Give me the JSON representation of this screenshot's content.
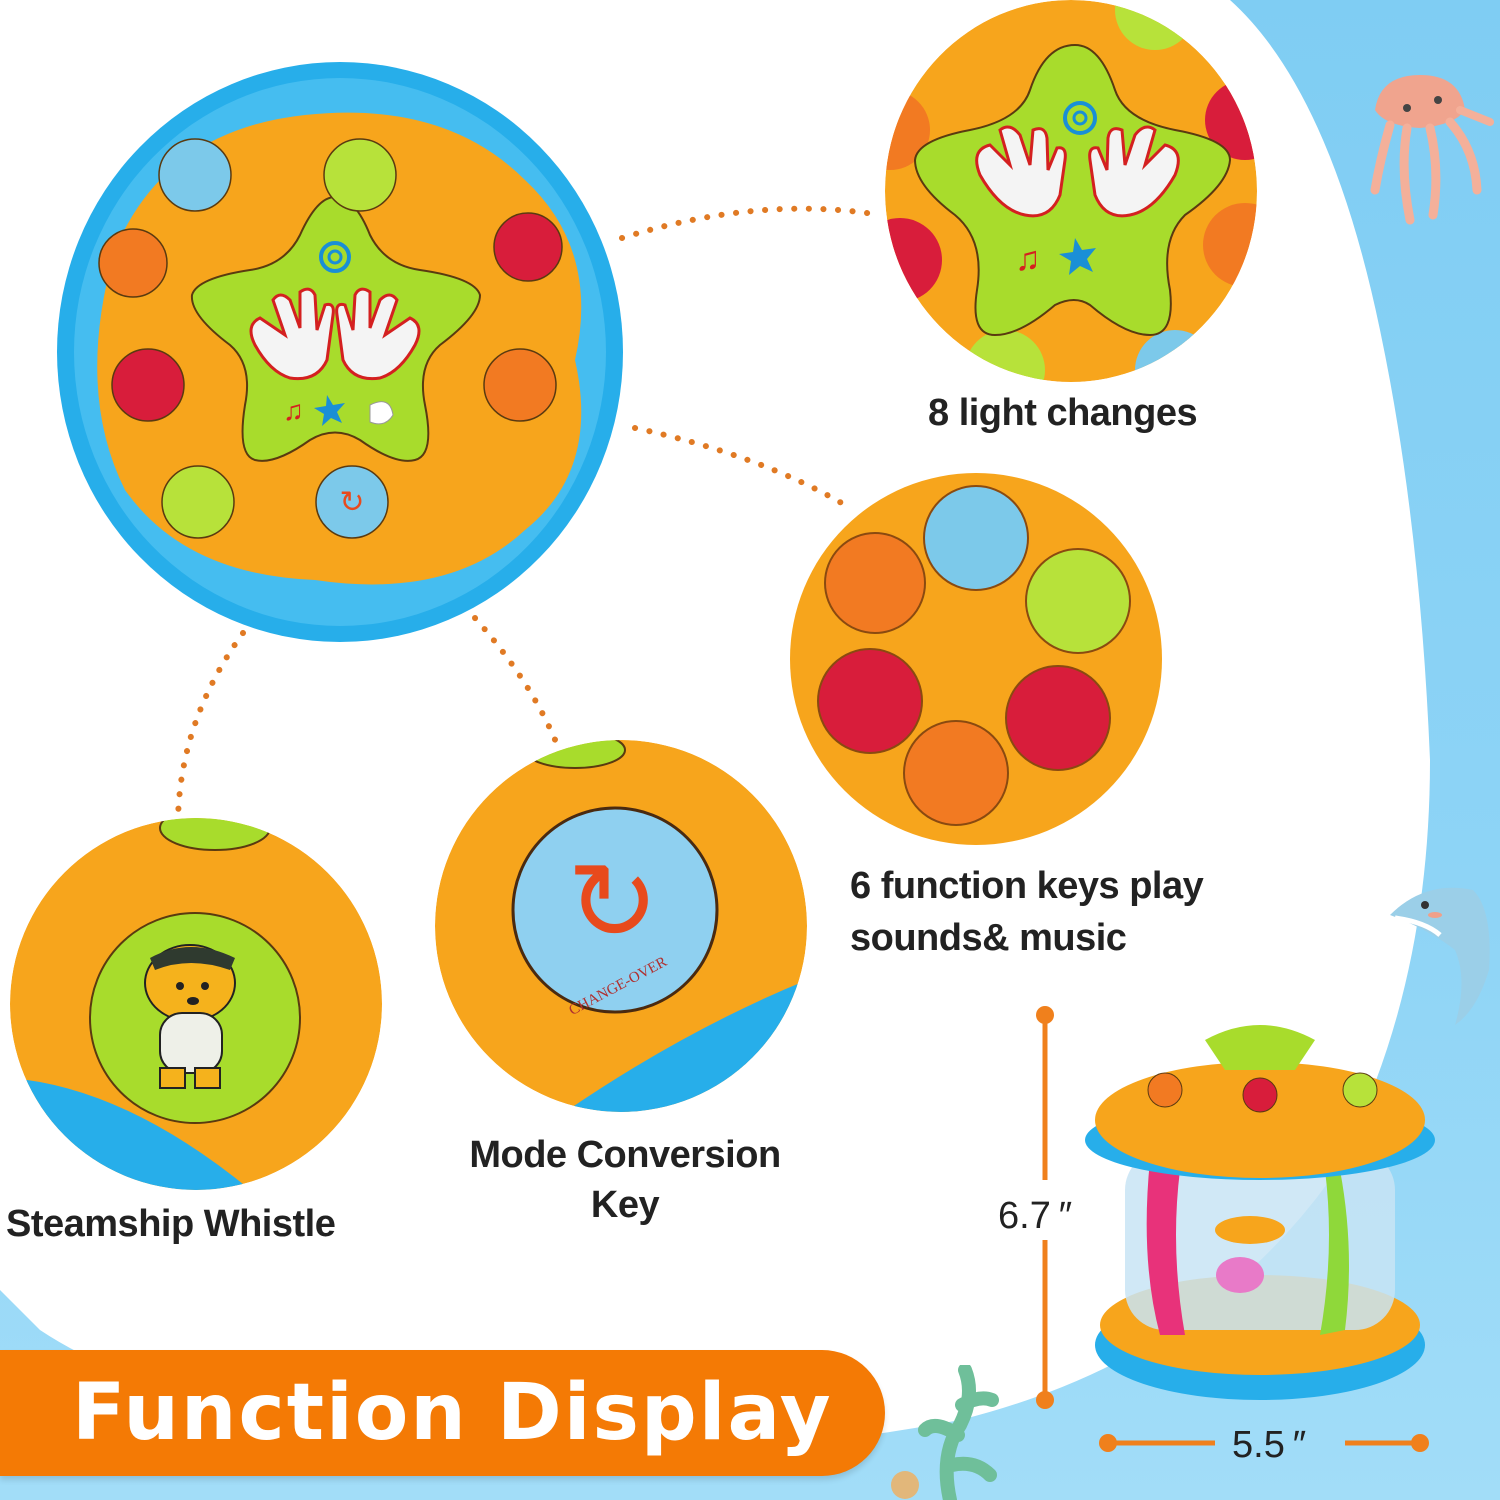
{
  "banner": {
    "title": "Function Display"
  },
  "features": {
    "light_changes": "8 light changes",
    "function_keys_line1": "6 function keys play",
    "function_keys_line2": "sounds& music",
    "mode_key_line1": "Mode Conversion",
    "mode_key_line2": "Key",
    "steamship": "Steamship Whistle"
  },
  "buttons": {
    "change_over_label": "CHANGE-OVER"
  },
  "dimensions": {
    "height": "6.7",
    "width": "5.5",
    "unit_mark": "″"
  },
  "colors": {
    "accent_orange": "#f47a05",
    "toy_orange": "#f7a51c",
    "toy_blue": "#27aeea",
    "toy_green": "#a8dc2c",
    "background_blue": "#8ed4f6"
  }
}
